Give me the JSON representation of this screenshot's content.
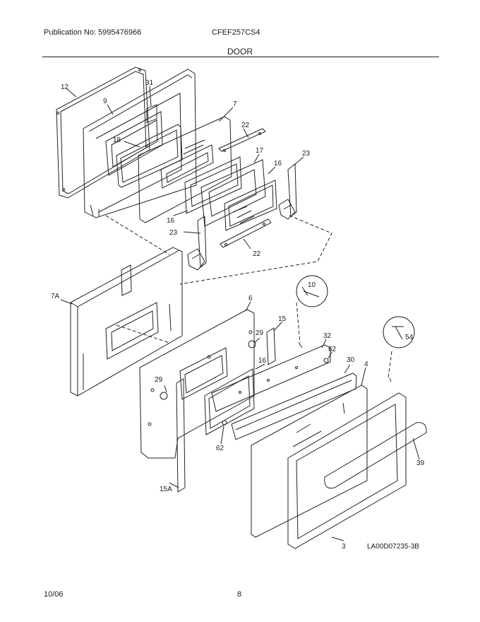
{
  "header": {
    "publication": "Publication No: 5995476966",
    "model": "CFEF257CS4",
    "section_title": "DOOR"
  },
  "callouts": {
    "p12": "12",
    "p31": "31",
    "p9": "9",
    "p7": "7",
    "p18": "18",
    "p22a": "22",
    "p17": "17",
    "p23a": "23",
    "p16a": "16",
    "p16b": "16",
    "p23b": "23",
    "p22b": "22",
    "p10": "10",
    "p7A": "7A",
    "p6": "6",
    "p15": "15",
    "p29a": "29",
    "p32": "32",
    "p62a": "62",
    "p16c": "16",
    "p30": "30",
    "p4": "4",
    "p54": "54",
    "p29b": "29",
    "p62b": "62",
    "p39": "39",
    "p15A": "15A",
    "p3": "3"
  },
  "diagram_code": "LA00D07235-3B",
  "footer": {
    "date": "10/06",
    "page": "8"
  }
}
